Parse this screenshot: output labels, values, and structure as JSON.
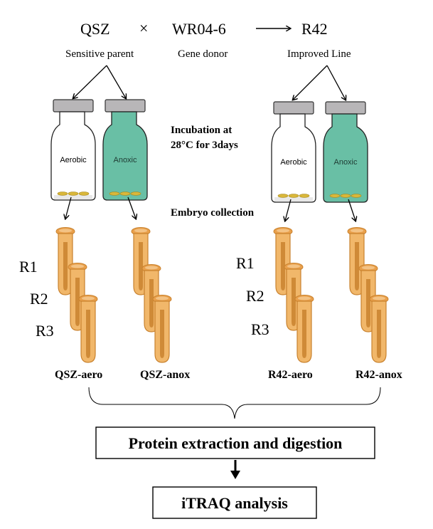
{
  "cross": {
    "parent1": "QSZ",
    "times_symbol": "×",
    "parent2": "WR04-6",
    "offspring": "R42",
    "parent1_role": "Sensitive parent",
    "parent2_role": "Gene donor",
    "offspring_role": "Improved Line"
  },
  "bottles": {
    "aerobic_label": "Aerobic",
    "anoxic_label": "Anoxic"
  },
  "steps": {
    "incubation_line1": "Incubation at",
    "incubation_line2": "28°C for 3days",
    "embryo_collection": "Embryo collection"
  },
  "replicates": [
    "R1",
    "R2",
    "R3"
  ],
  "samples": {
    "qsz_aero": "QSZ-aero",
    "qsz_anox": "QSZ-anox",
    "r42_aero": "R42-aero",
    "r42_anox": "R42-anox"
  },
  "process": {
    "extraction": "Protein extraction and digestion",
    "analysis": "iTRAQ analysis"
  },
  "colors": {
    "anoxic_fill": "#69bfa5",
    "tube_orange": "#e9a04c",
    "tube_orange_dark": "#c9822e",
    "cap_gray": "#b8b6b8",
    "seed_yellow": "#d9b73a"
  }
}
